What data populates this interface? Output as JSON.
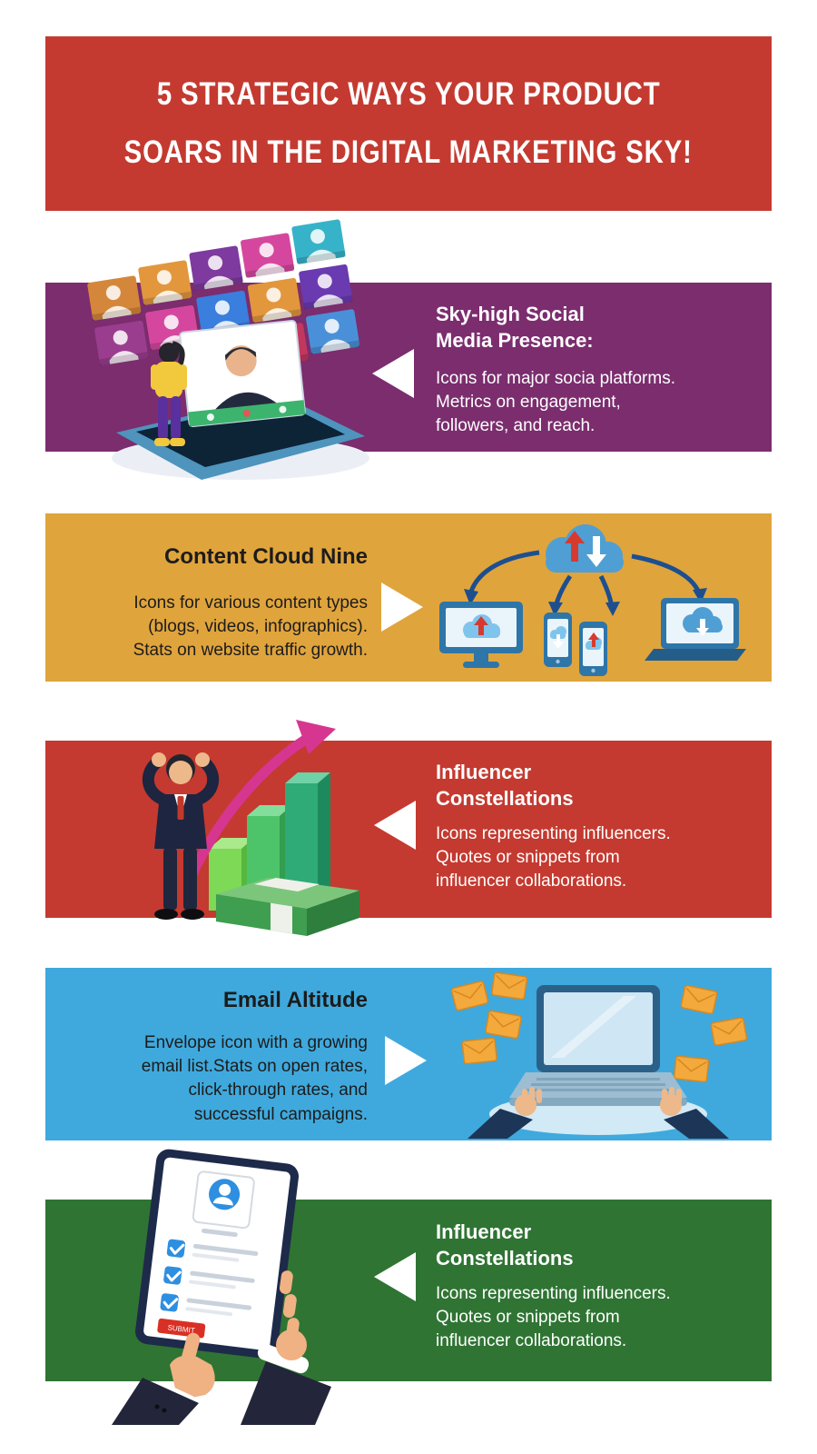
{
  "palette": {
    "header_red": "#c43a30",
    "purple": "#7b2d6e",
    "gold": "#e0a43c",
    "red": "#c43a30",
    "blue": "#3fa9dd",
    "green": "#2f7433",
    "arrow_white": "#ffffff"
  },
  "header": {
    "line1": "5 STRATEGIC WAYS YOUR PRODUCT",
    "line2": "SOARS IN THE DIGITAL MARKETING SKY!"
  },
  "sections": [
    {
      "id": "social-media",
      "title": "Sky-high Social\nMedia Presence:",
      "body": "Icons for major socia platforms.\nMetrics on engagement,\nfollowers, and reach.",
      "illustration": "video-conference-grid-over-smartphone",
      "color": "#7b2d6e",
      "text_color": "#ffffff",
      "arrow_direction": "left"
    },
    {
      "id": "content-cloud",
      "title": "Content Cloud Nine",
      "body": "Icons for various content types\n(blogs, videos, infographics).\nStats on website traffic growth.",
      "illustration": "cloud-syncing-to-devices",
      "color": "#e0a43c",
      "text_color": "#1c1c1c",
      "arrow_direction": "right"
    },
    {
      "id": "influencer",
      "title": "Influencer\nConstellations",
      "body": "Icons representing influencers.\nQuotes or snippets from\ninfluencer collaborations.",
      "illustration": "businessman-growth-chart-money",
      "color": "#c43a30",
      "text_color": "#ffffff",
      "arrow_direction": "left"
    },
    {
      "id": "email",
      "title": "Email Altitude",
      "body": "Envelope icon with a growing\nemail list.Stats on open rates,\nclick-through rates, and\nsuccessful campaigns.",
      "illustration": "laptop-hands-flying-envelopes",
      "color": "#3fa9dd",
      "text_color": "#1c1c1c",
      "arrow_direction": "right"
    },
    {
      "id": "influencer-2",
      "title": "Influencer\nConstellations",
      "body": "Icons representing influencers.\nQuotes or snippets from\ninfluencer collaborations.",
      "illustration": "hand-tablet-checklist",
      "color": "#2f7433",
      "text_color": "#ffffff",
      "arrow_direction": "left"
    }
  ],
  "tablet": {
    "submit_label": "SUBMIT"
  }
}
